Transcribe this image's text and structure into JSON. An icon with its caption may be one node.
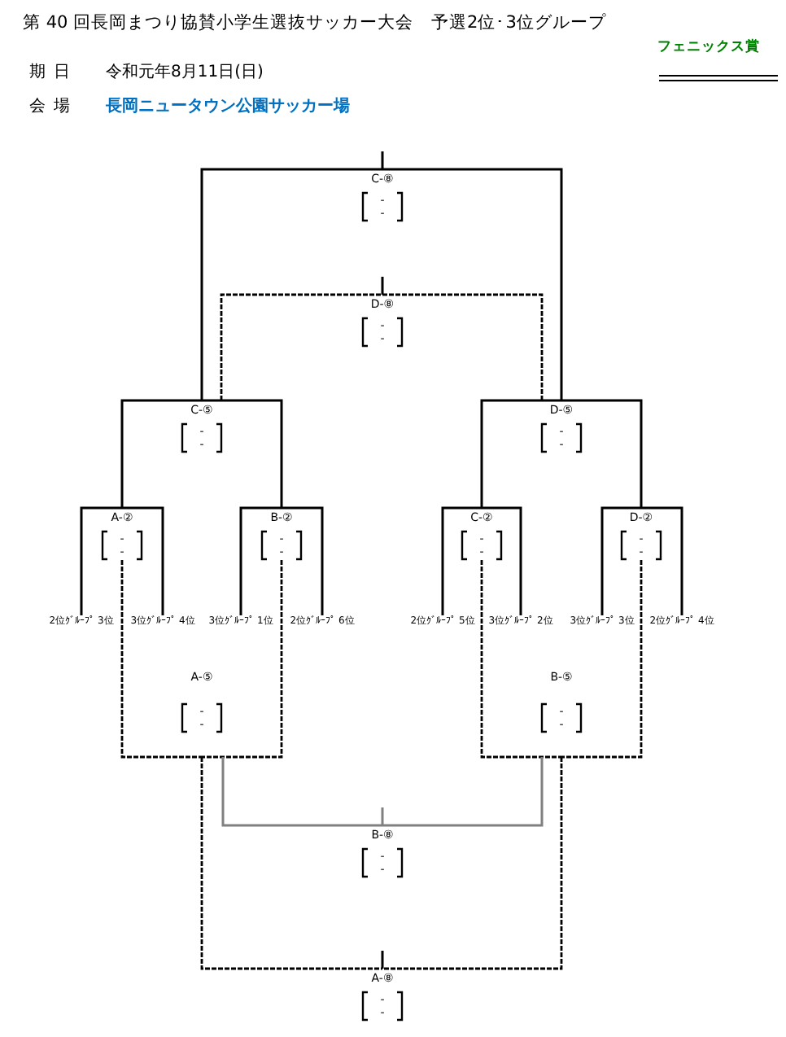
{
  "diagram": {
    "title": "第 40 回長岡まつり協賛小学生選抜サッカー大会　予選2位･3位グループ",
    "nodes": [
      {
        "text": [
          "C-⑧",
          "-",
          "-"
        ]
      },
      {
        "text": [
          "D-⑧",
          "-",
          "-"
        ]
      },
      {
        "text": [
          "C-⑤",
          "-",
          "-"
        ]
      },
      {
        "text": [
          "D-⑤",
          "-",
          "-"
        ]
      },
      {
        "text": [
          "A-②",
          "-",
          "-"
        ]
      },
      {
        "text": [
          "B-②",
          "-",
          "-"
        ]
      },
      {
        "text": [
          "C-②",
          "-",
          "-"
        ]
      },
      {
        "text": [
          "D-②",
          "-",
          "-"
        ]
      },
      {
        "text": [
          "2位ｸﾞﾙｰﾌﾟ 3位"
        ]
      },
      {
        "text": [
          "3位ｸﾞﾙｰﾌﾟ 4位"
        ]
      },
      {
        "text": [
          "3位ｸﾞﾙｰﾌﾟ 1位"
        ]
      },
      {
        "text": [
          "2位ｸﾞﾙｰﾌﾟ 6位"
        ]
      },
      {
        "text": [
          "2位ｸﾞﾙｰﾌﾟ 5位"
        ]
      },
      {
        "text": [
          "3位ｸﾞﾙｰﾌﾟ 2位"
        ]
      },
      {
        "text": [
          "3位ｸﾞﾙｰﾌﾟ 3位"
        ]
      },
      {
        "text": [
          "2位ｸﾞﾙｰﾌﾟ 4位"
        ]
      },
      {
        "text": [
          "A-⑤",
          "-",
          "-"
        ]
      },
      {
        "text": [
          "B-⑤",
          "-",
          "-"
        ]
      },
      {
        "text": [
          "B-⑧",
          "-",
          "-"
        ]
      },
      {
        "text": [
          "A-⑧",
          "-",
          "-"
        ]
      }
    ],
    "edges": [
      {
        "from": 8,
        "to": 4,
        "arrow": "none"
      },
      {
        "from": 9,
        "to": 4,
        "arrow": "none"
      },
      {
        "from": 10,
        "to": 5,
        "arrow": "none"
      },
      {
        "from": 11,
        "to": 5,
        "arrow": "none"
      },
      {
        "from": 12,
        "to": 6,
        "arrow": "none"
      },
      {
        "from": 13,
        "to": 6,
        "arrow": "none"
      },
      {
        "from": 14,
        "to": 7,
        "arrow": "none"
      },
      {
        "from": 15,
        "to": 7,
        "arrow": "none"
      },
      {
        "from": 4,
        "to": 2,
        "arrow": "none"
      },
      {
        "from": 5,
        "to": 2,
        "arrow": "none"
      },
      {
        "from": 6,
        "to": 3,
        "arrow": "none"
      },
      {
        "from": 7,
        "to": 3,
        "arrow": "none"
      },
      {
        "from": 2,
        "to": 0,
        "arrow": "none"
      },
      {
        "from": 3,
        "to": 0,
        "arrow": "none"
      },
      {
        "from": 2,
        "to": 1,
        "arrow": "none",
        "style": "dashed"
      },
      {
        "from": 3,
        "to": 1,
        "arrow": "none",
        "style": "dashed"
      },
      {
        "from": 4,
        "to": 16,
        "arrow": "none",
        "style": "dashed"
      },
      {
        "from": 5,
        "to": 16,
        "arrow": "none",
        "style": "dashed"
      },
      {
        "from": 6,
        "to": 17,
        "arrow": "none",
        "style": "dashed"
      },
      {
        "from": 7,
        "to": 17,
        "arrow": "none",
        "style": "dashed"
      },
      {
        "from": 16,
        "to": 18,
        "arrow": "none",
        "color": "#808080"
      },
      {
        "from": 17,
        "to": 18,
        "arrow": "none",
        "color": "#808080"
      },
      {
        "from": 16,
        "to": 19,
        "arrow": "none",
        "style": "dashed"
      },
      {
        "from": 17,
        "to": 19,
        "arrow": "none",
        "style": "dashed"
      },
      {
        "from": 0,
        "to": null,
        "arrow": "none"
      },
      {
        "from": 1,
        "to": null,
        "arrow": "none"
      },
      {
        "from": 18,
        "to": null,
        "arrow": "none",
        "color": "#808080"
      },
      {
        "from": 19,
        "to": null,
        "arrow": "none"
      }
    ],
    "labels": [
      "期 日",
      "令和元年8月11日(日)",
      "会 場",
      "長岡ニュータウン公園サッカー場",
      "フェニックス賞"
    ]
  }
}
